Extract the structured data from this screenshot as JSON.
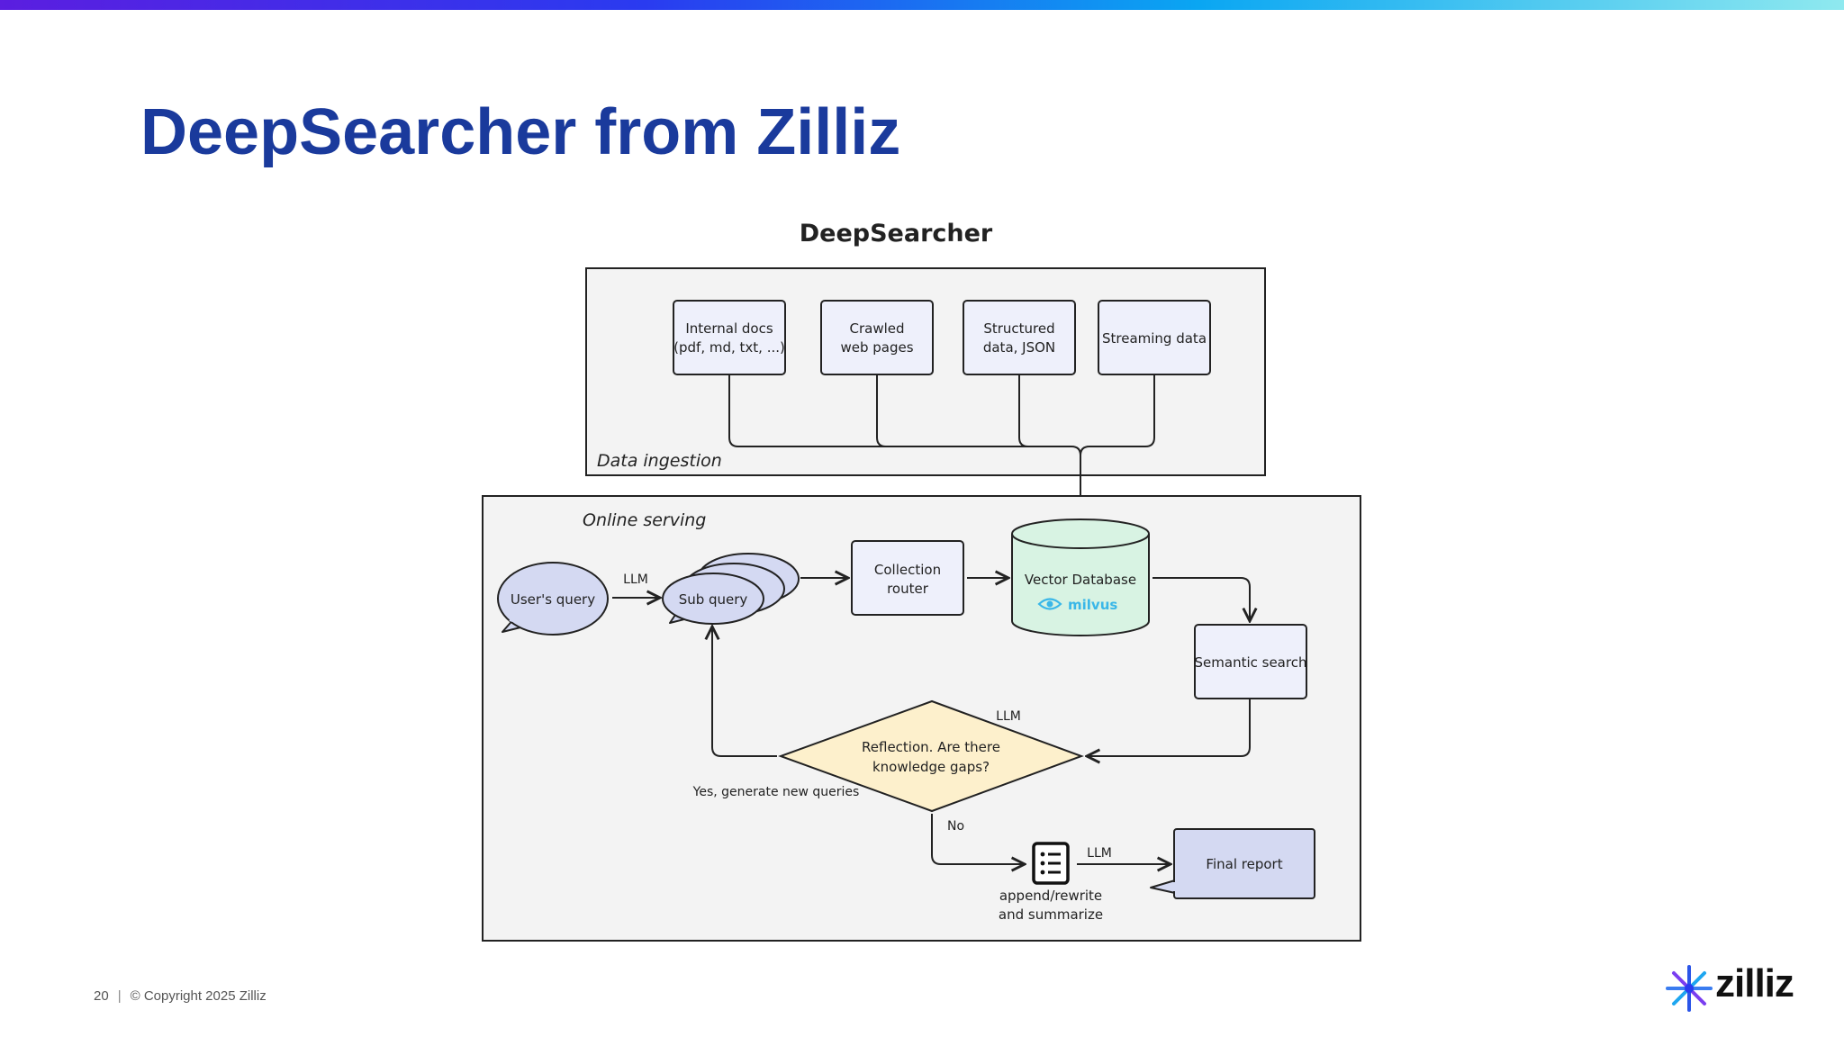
{
  "slide": {
    "title": "DeepSearcher from Zilliz",
    "page_number": "20",
    "copyright": "© Copyright 2025 Zilliz",
    "brand": "zilliz"
  },
  "diagram": {
    "title": "DeepSearcher",
    "ingestion": {
      "label": "Data ingestion",
      "sources": [
        {
          "line1": "Internal docs",
          "line2": "(pdf, md, txt, ...)"
        },
        {
          "line1": "Crawled",
          "line2": "web pages"
        },
        {
          "line1": "Structured",
          "line2": "data, JSON"
        },
        {
          "line1": "Streaming data",
          "line2": ""
        }
      ]
    },
    "serving": {
      "label": "Online serving",
      "users_query": "User's query",
      "llm_label_1": "LLM",
      "sub_query": "Sub query",
      "collection_router_1": "Collection",
      "collection_router_2": "router",
      "vector_db": "Vector Database",
      "milvus": "milvus",
      "semantic_search": "Semantic search",
      "llm_label_2": "LLM",
      "reflection_1": "Reflection. Are there",
      "reflection_2": "knowledge gaps?",
      "yes_label": "Yes, generate new queries",
      "no_label": "No",
      "append_1": "append/rewrite",
      "append_2": "and summarize",
      "llm_label_3": "LLM",
      "final_report": "Final report"
    }
  },
  "colors": {
    "title": "#1a3a9c",
    "source_box_fill": "#eef0fb",
    "query_bubble_fill": "#d4d9f2",
    "vector_db_fill": "#d8f3e3",
    "reflection_fill": "#fdf0cc",
    "final_report_fill": "#d4d9f2",
    "milvus": "#3ab7e8"
  },
  "icons": [
    "document-list-icon",
    "milvus-eye-icon",
    "zilliz-star-icon"
  ]
}
